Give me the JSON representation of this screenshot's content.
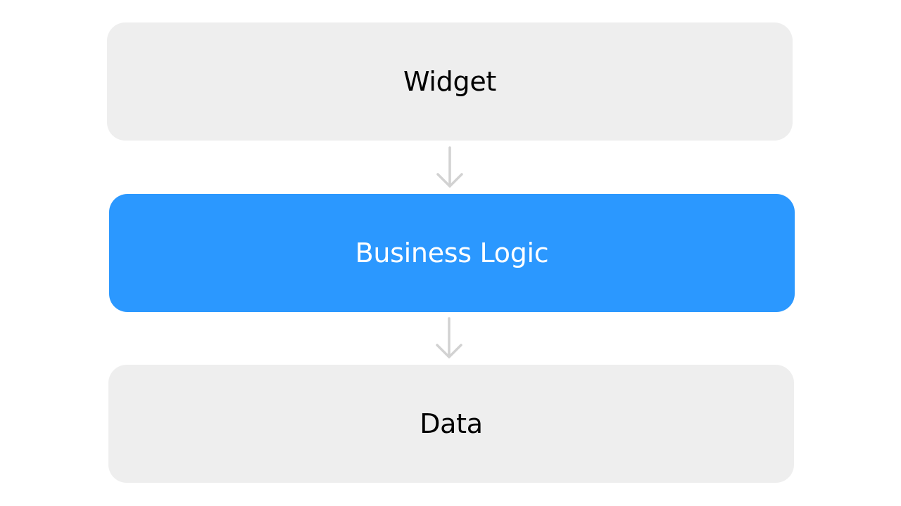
{
  "diagram": {
    "layers": [
      {
        "label": "Widget"
      },
      {
        "label": "Business Logic"
      },
      {
        "label": "Data"
      }
    ],
    "connectors": [
      "down-arrow-icon",
      "down-arrow-icon"
    ]
  },
  "colors": {
    "neutral_box": "#eeeeee",
    "neutral_text": "#000000",
    "highlight_box": "#2b98ff",
    "highlight_text": "#ffffff",
    "arrow": "#d2d2d2"
  }
}
